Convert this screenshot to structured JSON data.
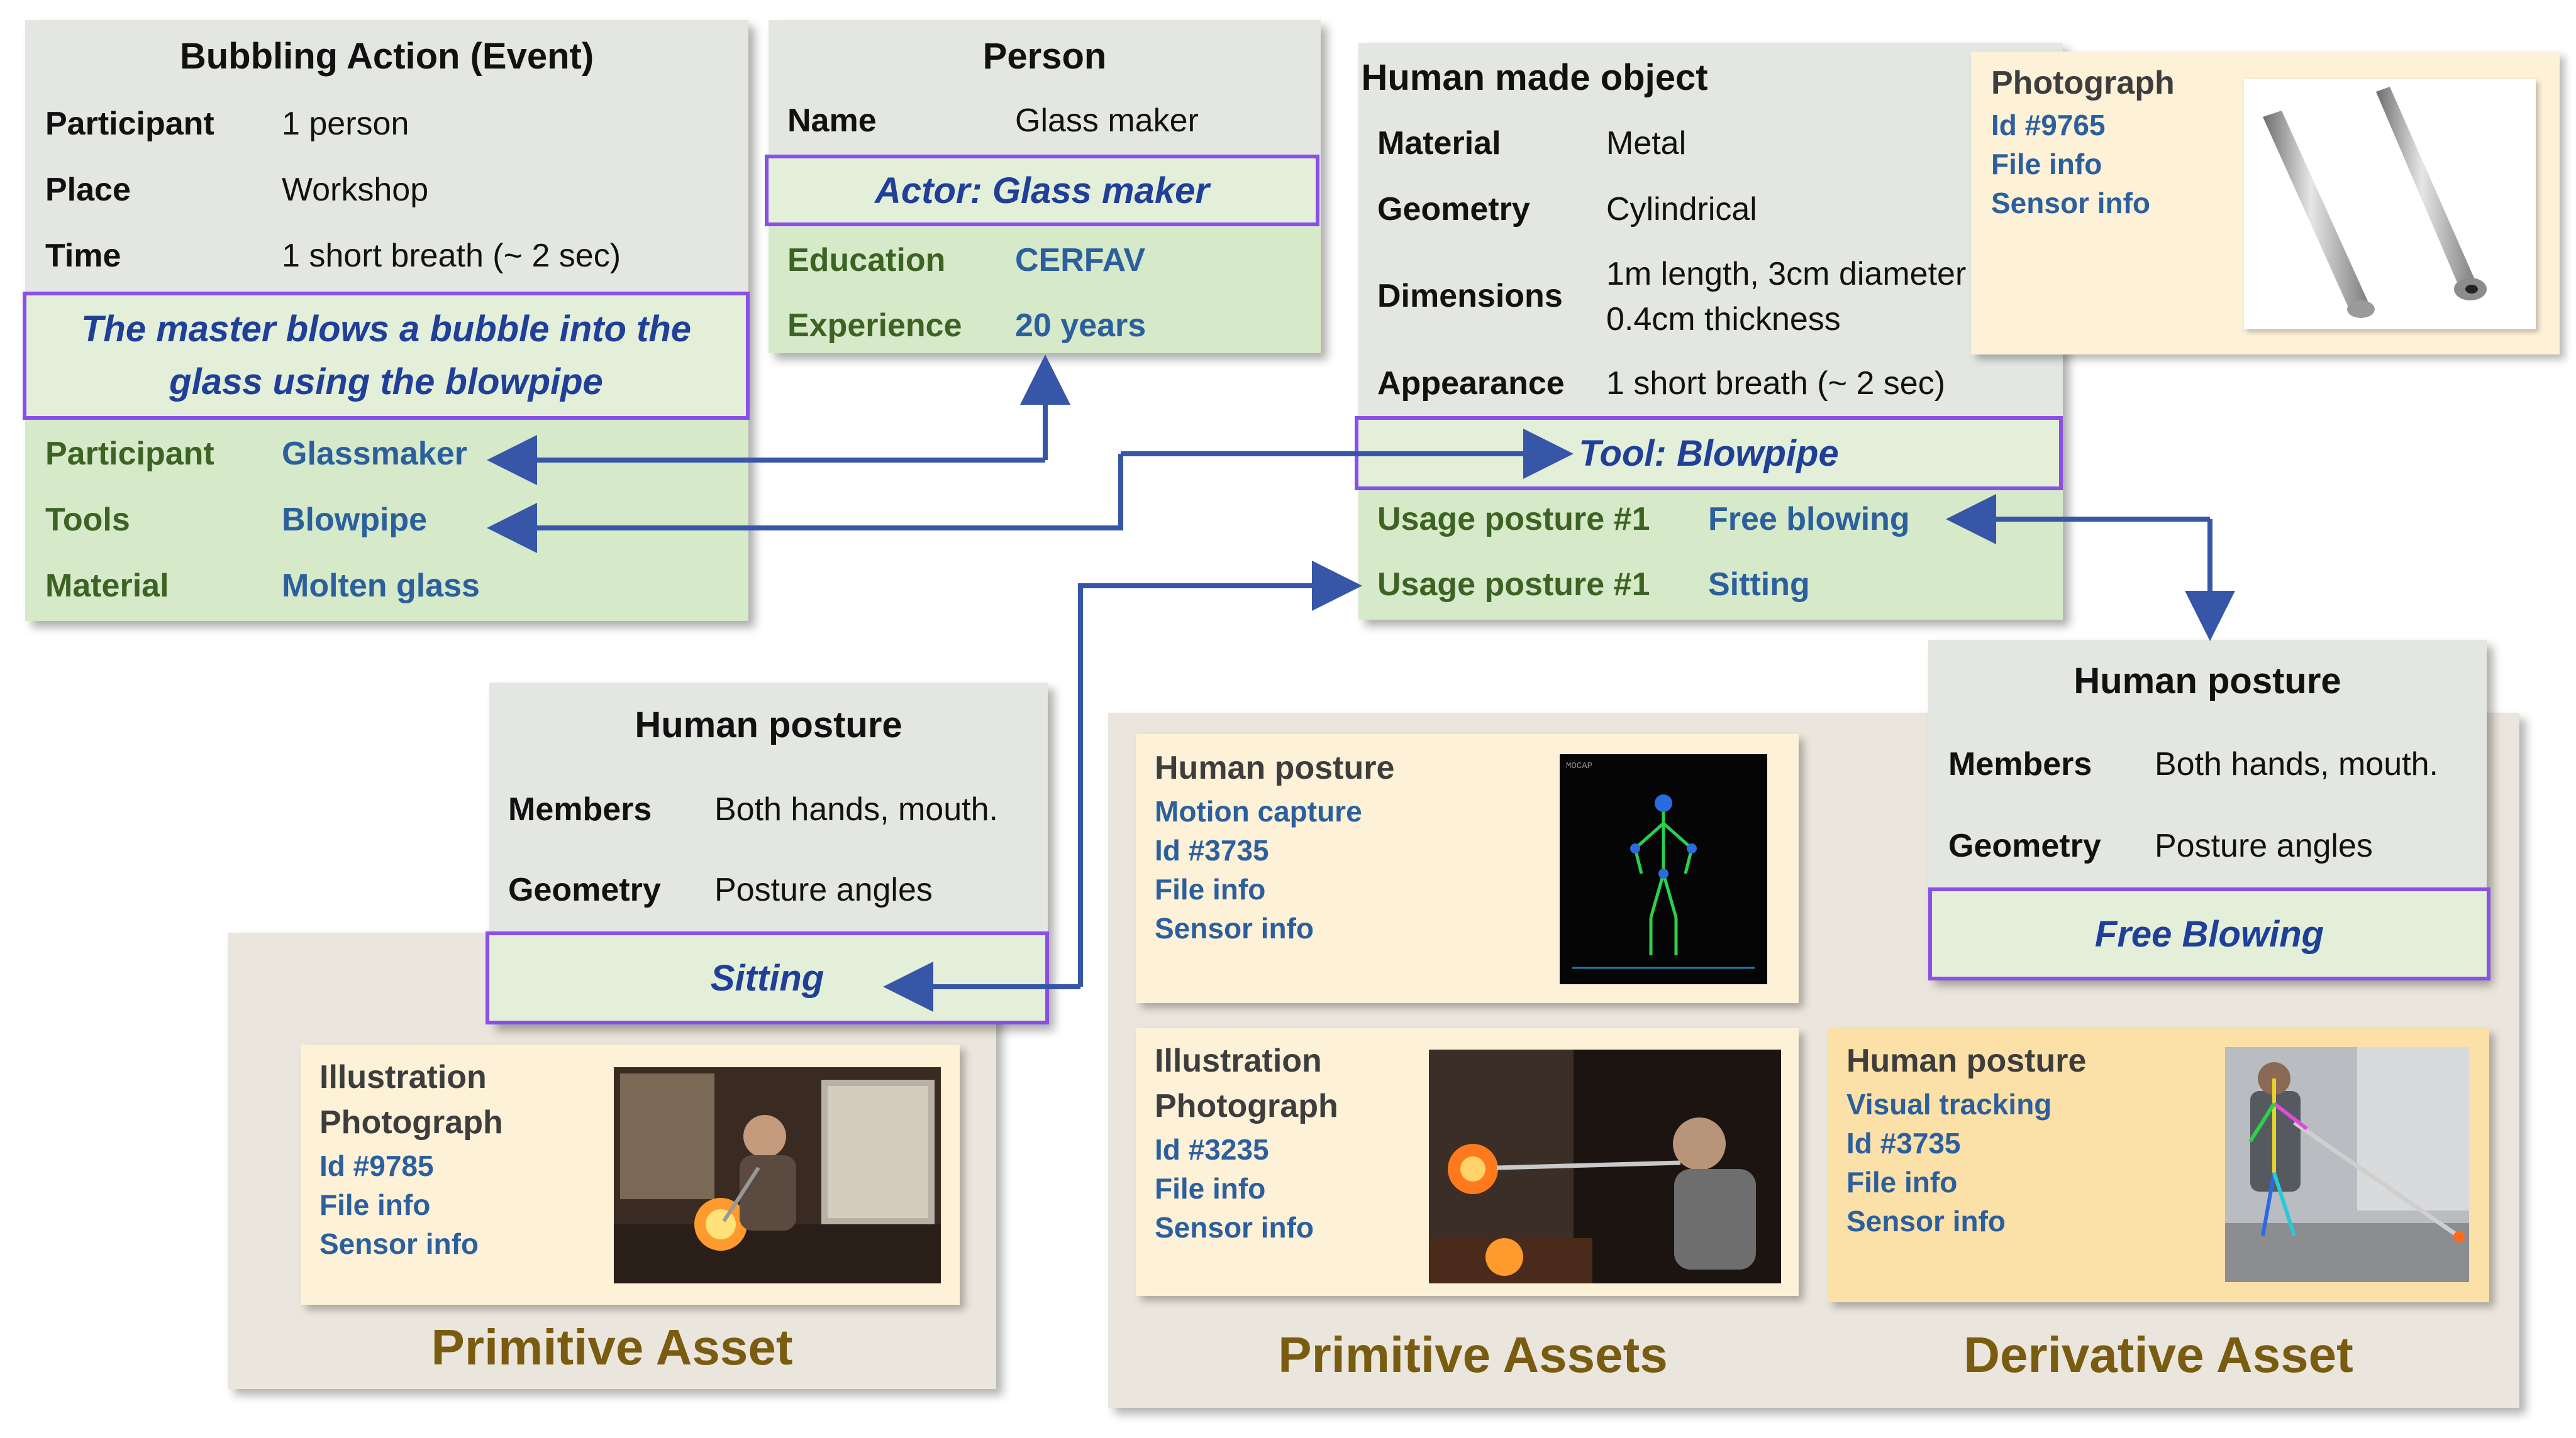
{
  "event": {
    "title": "Bubbling Action (Event)",
    "rows": [
      {
        "label": "Participant",
        "value": "1 person"
      },
      {
        "label": "Place",
        "value": "Workshop"
      },
      {
        "label": "Time",
        "value": "1 short breath (~ 2 sec)"
      }
    ],
    "highlight": "The master blows a bubble into the glass using the blowpipe",
    "links": [
      {
        "label": "Participant",
        "value": "Glassmaker"
      },
      {
        "label": "Tools",
        "value": "Blowpipe"
      },
      {
        "label": "Material",
        "value": "Molten glass"
      }
    ]
  },
  "person": {
    "title": "Person",
    "name_label": "Name",
    "name_value": "Glass maker",
    "highlight": "Actor: Glass maker",
    "links": [
      {
        "label": "Education",
        "value": "CERFAV"
      },
      {
        "label": "Experience",
        "value": "20 years"
      }
    ]
  },
  "object": {
    "title": "Human made object",
    "rows": [
      {
        "label": "Material",
        "value": "Metal"
      },
      {
        "label": "Geometry",
        "value": "Cylindrical"
      },
      {
        "label": "Dimensions",
        "value": "1m length, 3cm diameter",
        "value2": "0.4cm thickness"
      },
      {
        "label": "Appearance",
        "value": "1 short breath (~ 2 sec)"
      }
    ],
    "highlight": "Tool: Blowpipe",
    "links": [
      {
        "label": "Usage posture #1",
        "value": "Free blowing"
      },
      {
        "label": "Usage posture #1",
        "value": "Sitting"
      }
    ]
  },
  "photo_card": {
    "title": "Photograph",
    "lines": [
      "Id #9765",
      "File info",
      "Sensor info"
    ]
  },
  "posture_sitting": {
    "title": "Human posture",
    "rows": [
      {
        "label": "Members",
        "value": "Both hands, mouth."
      },
      {
        "label": "Geometry",
        "value": "Posture angles"
      }
    ],
    "highlight": "Sitting"
  },
  "posture_free": {
    "title": "Human posture",
    "rows": [
      {
        "label": "Members",
        "value": "Both hands, mouth."
      },
      {
        "label": "Geometry",
        "value": "Posture angles"
      }
    ],
    "highlight": "Free Blowing"
  },
  "asset_left": {
    "title1": "Illustration",
    "title2": "Photograph",
    "lines": [
      "Id #9785",
      "File info",
      "Sensor info"
    ],
    "caption": "Primitive Asset"
  },
  "asset_mocap": {
    "title": "Human posture",
    "lines": [
      "Motion capture",
      "Id #3735",
      "File info",
      "Sensor info"
    ]
  },
  "asset_photo": {
    "title1": "Illustration",
    "title2": "Photograph",
    "lines": [
      "Id #3235",
      "File info",
      "Sensor info"
    ]
  },
  "asset_tracking": {
    "title": "Human posture",
    "lines": [
      "Visual tracking",
      "Id #3735",
      "File info",
      "Sensor info"
    ]
  },
  "captions": {
    "primitive_assets": "Primitive Assets",
    "derivative_asset": "Derivative Asset"
  },
  "colors": {
    "grey_panel": "#e3e6e1",
    "green_panel": "#d6e9c8",
    "highlight_border": "#8a4fe6",
    "highlight_text": "#1f3f99",
    "link_text": "#2b5f9e",
    "arrow": "#3756a8",
    "caption_text": "#7a5c10"
  }
}
